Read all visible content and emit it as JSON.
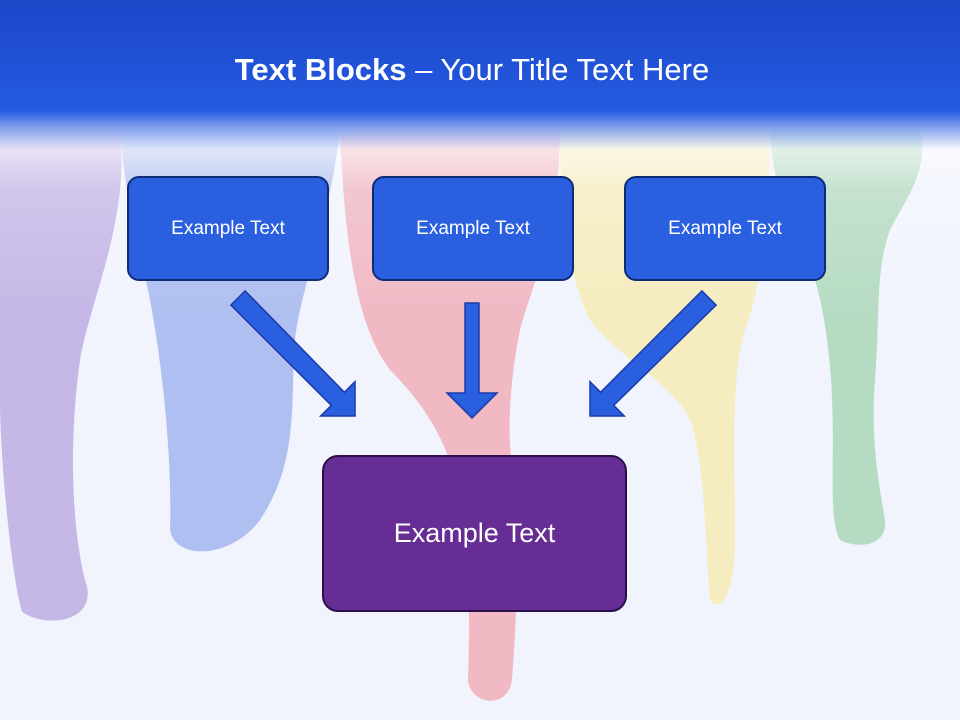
{
  "slide": {
    "title_bold": "Text Blocks",
    "title_dash": " – ",
    "title_rest": "Your Title Text Here"
  },
  "blocks": [
    {
      "label": "Example Text"
    },
    {
      "label": "Example Text"
    },
    {
      "label": "Example Text"
    }
  ],
  "center_block": {
    "label": "Example Text"
  },
  "colors": {
    "header": "#245ae0",
    "block_fill": "#2a5fe0",
    "block_border": "#0e2b74",
    "center_fill": "#662e94",
    "center_border": "#2c0f4a",
    "arrow_fill": "#2a5fe0"
  }
}
